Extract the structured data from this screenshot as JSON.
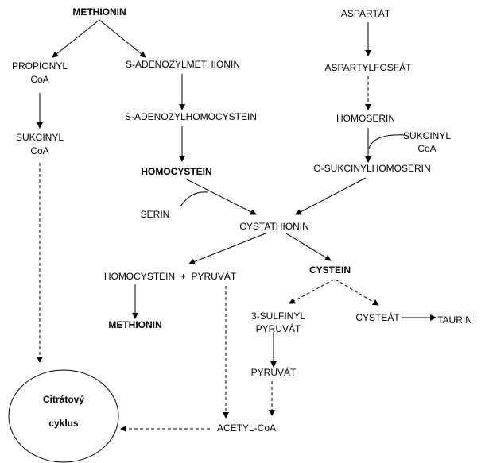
{
  "nodes": {
    "methionin_top": "METHIONIN",
    "propionyl_1": "PROPIONYL",
    "propionyl_2": "CoA",
    "sam": "S-ADENOZYLMETHIONIN",
    "sah": "S-ADENOZYLHOMOCYSTEIN",
    "sukcinyl_left_1": "SUKCINYL",
    "sukcinyl_left_2": "CoA",
    "homocystein": "HOMOCYSTEIN",
    "serin": "SERIN",
    "cystathionin": "CYSTATHIONIN",
    "aspartat": "ASPARTÁT",
    "aspartylfosfat": "ASPARTYLFOSFÁT",
    "homoserin": "HOMOSERIN",
    "sukcinyl_right_1": "SUKCINYL",
    "sukcinyl_right_2": "CoA",
    "o_sukcinylhomoserin": "O-SUKCINYLHOMOSERIN",
    "homocystein_pyruvat": "HOMOCYSTEIN  +  PYRUVÁT",
    "cystein": "CYSTEIN",
    "sulfinyl_1": "3-SULFINYL",
    "sulfinyl_2": "PYRUVÁT",
    "cysteat": "CYSTEÁT",
    "taurin": "TAURIN",
    "methionin_bottom": "METHIONIN",
    "pyruvat": "PYRUVÁT",
    "acetyl_coa": "ACETYL-CoA",
    "citrate_1": "Citrátový",
    "citrate_2": "cyklus"
  }
}
